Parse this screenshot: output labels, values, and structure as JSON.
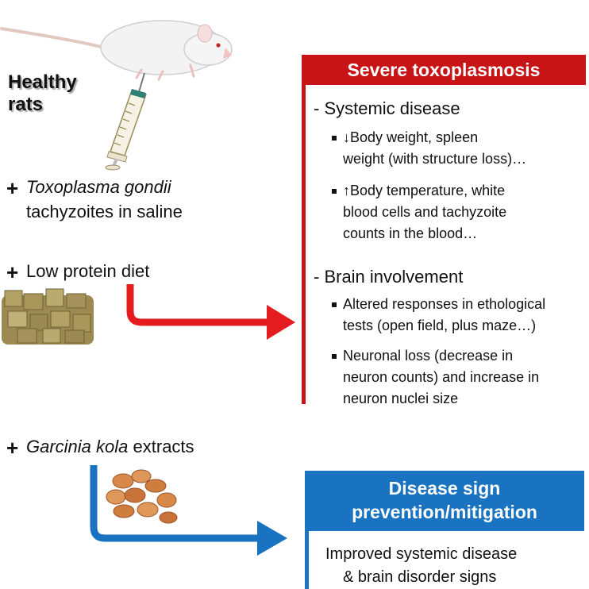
{
  "healthy_rats": [
    "Healthy",
    "rats"
  ],
  "toxoplasma": {
    "plus": "+",
    "name": "Toxoplasma gondii",
    "rest": "tachyzoites in saline"
  },
  "diet": {
    "plus": "+",
    "label": "Low protein diet"
  },
  "garcinia": {
    "plus": "+",
    "name": "Garcinia kola",
    "rest": "extracts"
  },
  "severe": {
    "title": "Severe toxoplasmosis",
    "systemic": {
      "heading": "- Systemic disease",
      "items": [
        [
          "↓Body weight, spleen",
          "weight (with structure loss)…"
        ],
        [
          "↑Body temperature, white",
          "blood cells and tachyzoite",
          "counts in the blood…"
        ]
      ]
    },
    "brain": {
      "heading": "- Brain involvement",
      "items": [
        [
          "Altered responses in ethological",
          "tests (open field, plus maze…)"
        ],
        [
          "Neuronal loss (decrease in",
          "neuron counts) and increase in",
          "neuron nuclei size"
        ]
      ]
    }
  },
  "mitigation": {
    "title": [
      "Disease sign",
      "prevention/mitigation"
    ],
    "outcome": [
      "Improved systemic disease",
      "& brain disorder signs"
    ]
  },
  "colors": {
    "red": "#c61417",
    "blue": "#1a73c1"
  },
  "icons": [
    "rat-icon",
    "syringe-icon",
    "food-pellets-icon",
    "kola-nuts-icon"
  ]
}
